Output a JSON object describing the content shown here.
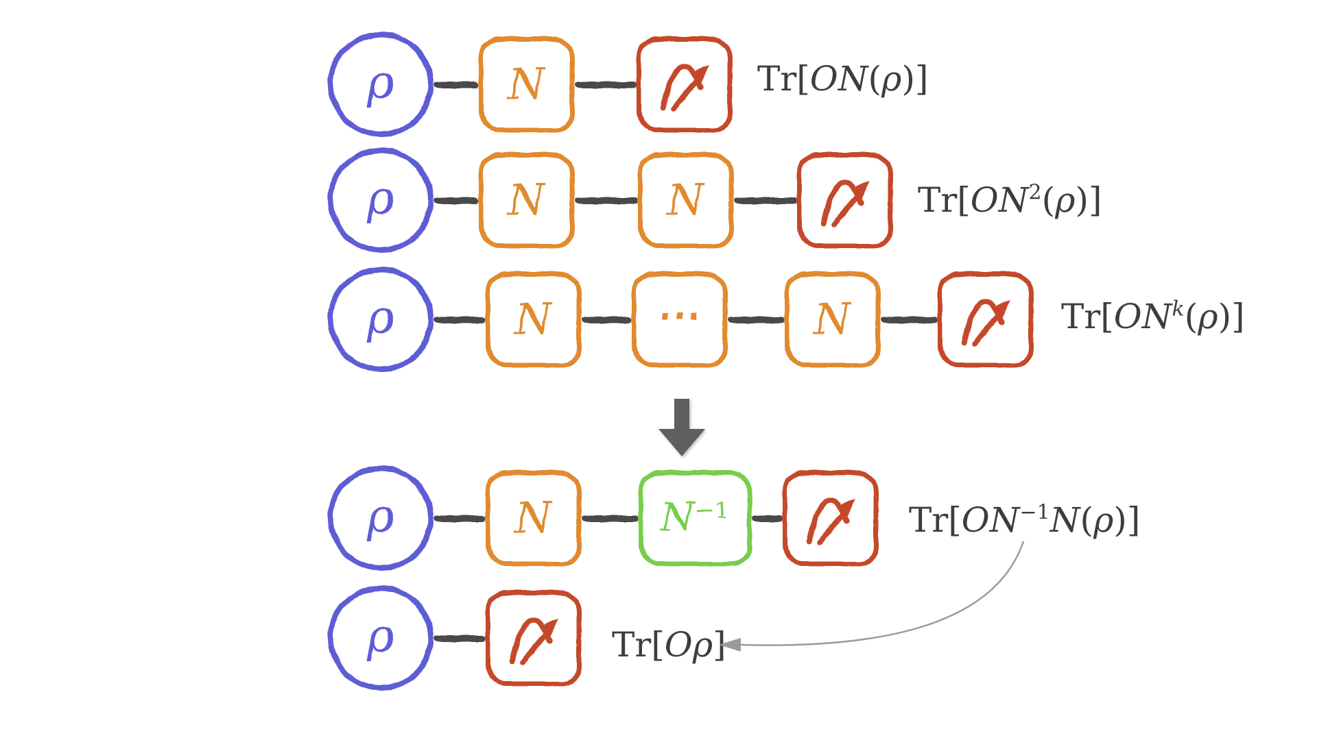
{
  "colors": {
    "state": "#5d5dd5",
    "channel": "#e18a2f",
    "inverse": "#79cc4e",
    "measure": "#c4492a",
    "wire": "#484848",
    "label": "#3d3d3d",
    "flow_arrow": "#5f5f5f",
    "curve_arrow": "#9b9b9b"
  },
  "nodes": {
    "state": {
      "symbol": "ρ"
    },
    "channel": {
      "symbol": "𝒩"
    },
    "inverse_gate": [
      {
        "t": "𝒩",
        "s": "scr"
      },
      {
        "t": "−1",
        "s": "rm",
        "sup": true
      }
    ],
    "dots": {
      "symbol": "⋯"
    },
    "meter": {
      "icon": "meter-gauge-arrow-icon"
    }
  },
  "icons": {
    "down_arrow": "down-arrow-icon",
    "curved_arrow": "curved-arrow-icon"
  },
  "rows": [
    {
      "name": "channel-once",
      "label": [
        {
          "t": "Tr[",
          "s": "rm"
        },
        {
          "t": "O",
          "s": "it"
        },
        {
          "t": "𝒩",
          "s": "scr"
        },
        {
          "t": "(",
          "s": "rm"
        },
        {
          "t": "ρ",
          "s": "it"
        },
        {
          "t": ")]",
          "s": "rm"
        }
      ]
    },
    {
      "name": "channel-twice",
      "label": [
        {
          "t": "Tr[",
          "s": "rm"
        },
        {
          "t": "O",
          "s": "it"
        },
        {
          "t": "𝒩",
          "s": "scr"
        },
        {
          "t": "2",
          "s": "rm",
          "sup": true
        },
        {
          "t": "(",
          "s": "rm"
        },
        {
          "t": "ρ",
          "s": "it"
        },
        {
          "t": ")]",
          "s": "rm"
        }
      ]
    },
    {
      "name": "channel-k-times",
      "label": [
        {
          "t": "Tr[",
          "s": "rm"
        },
        {
          "t": "O",
          "s": "it"
        },
        {
          "t": "𝒩",
          "s": "scr"
        },
        {
          "t": "k",
          "s": "it",
          "sup": true
        },
        {
          "t": "(",
          "s": "rm"
        },
        {
          "t": "ρ",
          "s": "it"
        },
        {
          "t": ")]",
          "s": "rm"
        }
      ]
    },
    {
      "name": "inverse-recovery",
      "label": [
        {
          "t": "Tr[",
          "s": "rm"
        },
        {
          "t": "O",
          "s": "it"
        },
        {
          "t": "𝒩",
          "s": "scr"
        },
        {
          "t": "−1",
          "s": "rm",
          "sup": true
        },
        {
          "t": "𝒩",
          "s": "scr"
        },
        {
          "t": "(",
          "s": "rm"
        },
        {
          "t": "ρ",
          "s": "it"
        },
        {
          "t": ")]",
          "s": "rm"
        }
      ]
    },
    {
      "name": "direct-measurement",
      "label": [
        {
          "t": "Tr[",
          "s": "rm"
        },
        {
          "t": "O",
          "s": "it"
        },
        {
          "t": "ρ",
          "s": "it"
        },
        {
          "t": "]",
          "s": "rm"
        }
      ]
    }
  ]
}
